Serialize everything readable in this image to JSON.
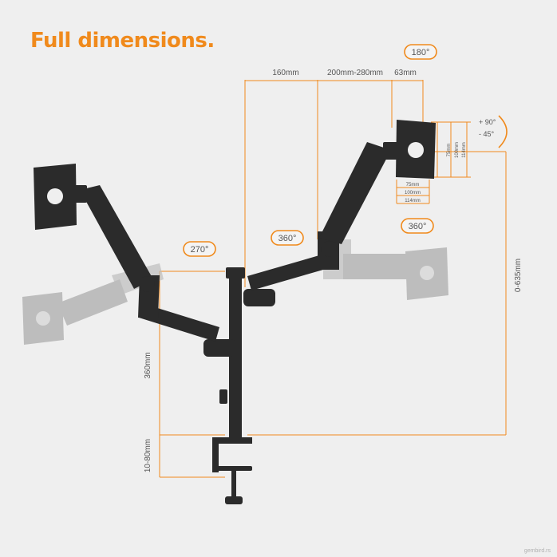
{
  "title": "Full dimensions.",
  "colors": {
    "accent": "#f08a1c",
    "mount": "#2b2b2b",
    "ghost": "#bdbdbd",
    "background": "#efefef"
  },
  "rotations": {
    "top": "180°",
    "left_arm": "270°",
    "right_arm": "360°",
    "right_monitor": "360°",
    "tilt_up": "+ 90°",
    "tilt_down": "- 45°"
  },
  "dimensions": {
    "top_a": "160mm",
    "top_b": "200mm-280mm",
    "top_c": "63mm",
    "pole_height": "360mm",
    "clamp": "10-80mm",
    "total_height": "0-635mm"
  },
  "vesa": {
    "v75": "75mm",
    "v100": "100mm",
    "v114": "114mm",
    "h75": "75mm",
    "h100": "100mm",
    "h114": "114mm"
  },
  "watermark": "gembird.rs"
}
